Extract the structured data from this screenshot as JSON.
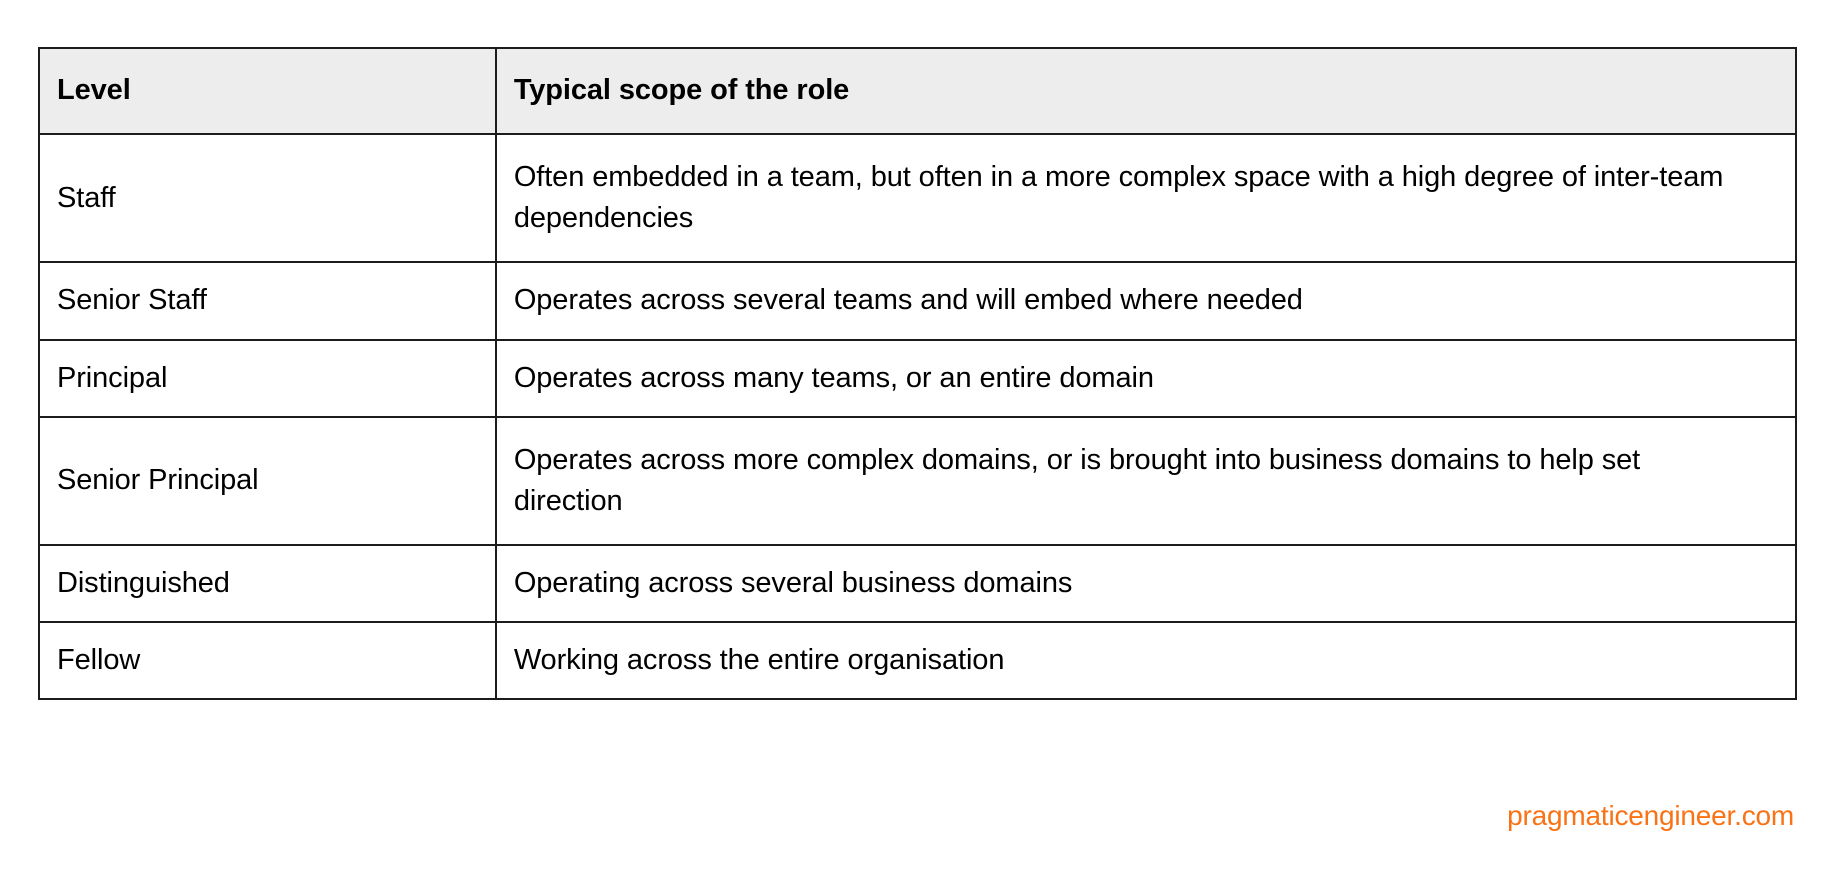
{
  "table": {
    "columns": [
      {
        "key": "level",
        "label": "Level"
      },
      {
        "key": "scope",
        "label": "Typical scope of the role"
      }
    ],
    "rows": [
      {
        "level": "Staff",
        "scope": "Often embedded in a team, but often in a more complex space with a high degree of inter-team dependencies",
        "multiline": true
      },
      {
        "level": "Senior Staff",
        "scope": "Operates across several teams and will embed where needed",
        "multiline": false
      },
      {
        "level": "Principal",
        "scope": "Operates across many teams, or an entire domain",
        "multiline": false
      },
      {
        "level": "Senior Principal",
        "scope": "Operates across more complex domains, or is brought into business domains to help set direction",
        "multiline": true
      },
      {
        "level": "Distinguished",
        "scope": "Operating across several business domains",
        "multiline": false
      },
      {
        "level": "Fellow",
        "scope": "Working across the entire organisation",
        "multiline": false
      }
    ]
  },
  "footer": {
    "watermark": "pragmaticengineer.com"
  },
  "colors": {
    "header_background": "#ededed",
    "border": "#1c1c1c",
    "text": "#000000",
    "watermark": "#f97316",
    "page_background": "#ffffff"
  }
}
